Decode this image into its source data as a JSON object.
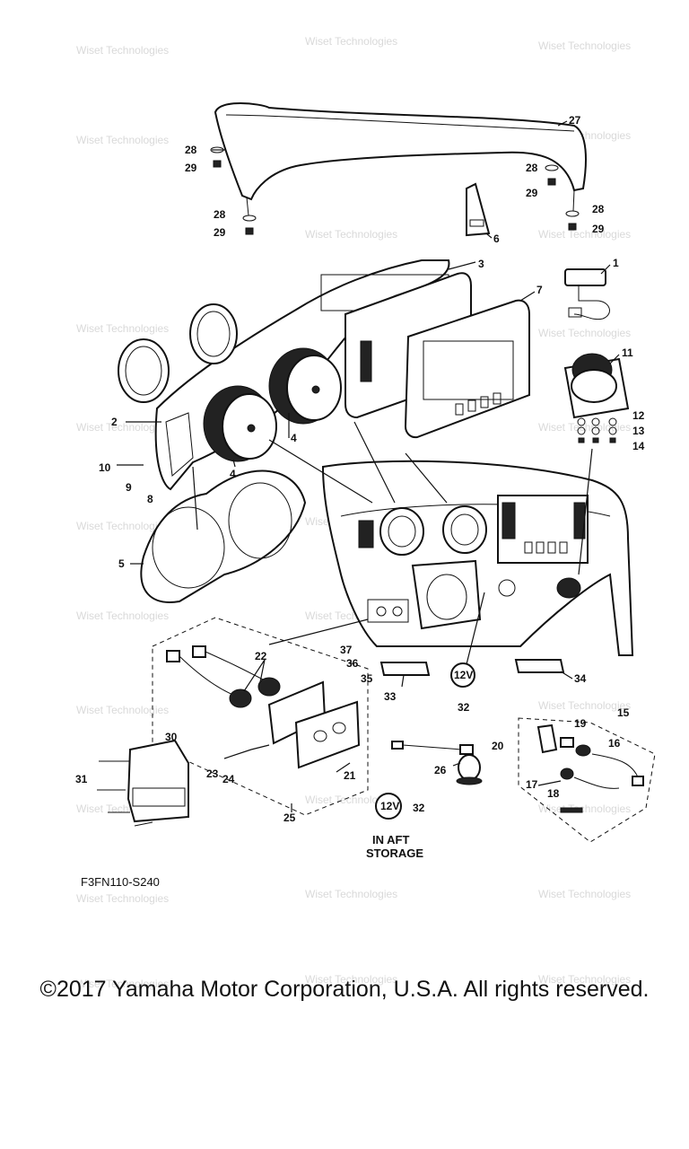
{
  "callouts": [
    "1",
    "2",
    "3",
    "4",
    "4",
    "5",
    "6",
    "7",
    "8",
    "9",
    "10",
    "11",
    "12",
    "13",
    "14",
    "15",
    "16",
    "17",
    "18",
    "19",
    "20",
    "21",
    "22",
    "23",
    "24",
    "25",
    "26",
    "27",
    "28",
    "28",
    "28",
    "28",
    "29",
    "29",
    "29",
    "29",
    "30",
    "31",
    "32",
    "32",
    "33",
    "34",
    "35",
    "36",
    "37"
  ],
  "labels": {
    "storage_line1": "IN AFT",
    "storage_line2": "STORAGE",
    "badge_12v": "12V",
    "diagram_code": "F3FN110-S240"
  },
  "watermark": "Wiset Technologies",
  "copyright": "©2017 Yamaha Motor Corporation, U.S.A. All rights reserved."
}
